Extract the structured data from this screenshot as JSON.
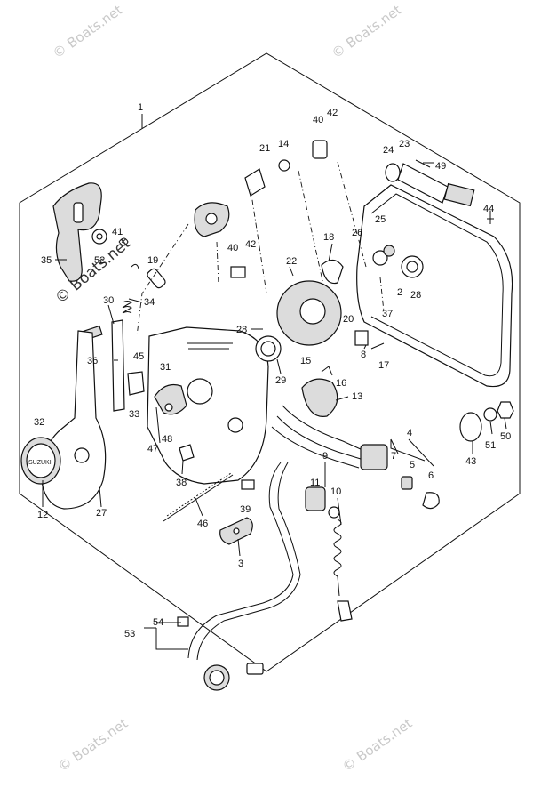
{
  "watermark": {
    "text": "© Boats.net"
  },
  "callouts": [
    {
      "id": "1",
      "label": "1"
    },
    {
      "id": "2",
      "label": "2"
    },
    {
      "id": "3",
      "label": "3"
    },
    {
      "id": "4",
      "label": "4"
    },
    {
      "id": "5",
      "label": "5"
    },
    {
      "id": "6",
      "label": "6"
    },
    {
      "id": "7",
      "label": "7"
    },
    {
      "id": "8",
      "label": "8"
    },
    {
      "id": "9",
      "label": "9"
    },
    {
      "id": "10",
      "label": "10"
    },
    {
      "id": "11",
      "label": "11"
    },
    {
      "id": "12",
      "label": "12"
    },
    {
      "id": "13",
      "label": "13"
    },
    {
      "id": "14",
      "label": "14"
    },
    {
      "id": "15",
      "label": "15"
    },
    {
      "id": "16",
      "label": "16"
    },
    {
      "id": "17",
      "label": "17"
    },
    {
      "id": "18",
      "label": "18"
    },
    {
      "id": "19",
      "label": "19"
    },
    {
      "id": "20",
      "label": "20"
    },
    {
      "id": "21",
      "label": "21"
    },
    {
      "id": "22",
      "label": "22"
    },
    {
      "id": "23",
      "label": "23"
    },
    {
      "id": "24",
      "label": "24"
    },
    {
      "id": "25",
      "label": "25"
    },
    {
      "id": "26",
      "label": "26"
    },
    {
      "id": "27",
      "label": "27"
    },
    {
      "id": "28a",
      "label": "28"
    },
    {
      "id": "28b",
      "label": "28"
    },
    {
      "id": "29",
      "label": "29"
    },
    {
      "id": "30",
      "label": "30"
    },
    {
      "id": "31",
      "label": "31"
    },
    {
      "id": "32",
      "label": "32"
    },
    {
      "id": "33",
      "label": "33"
    },
    {
      "id": "34",
      "label": "34"
    },
    {
      "id": "35",
      "label": "35"
    },
    {
      "id": "36",
      "label": "36"
    },
    {
      "id": "37",
      "label": "37"
    },
    {
      "id": "38",
      "label": "38"
    },
    {
      "id": "39",
      "label": "39"
    },
    {
      "id": "40a",
      "label": "40"
    },
    {
      "id": "40b",
      "label": "40"
    },
    {
      "id": "41",
      "label": "41"
    },
    {
      "id": "42a",
      "label": "42"
    },
    {
      "id": "42b",
      "label": "42"
    },
    {
      "id": "43",
      "label": "43"
    },
    {
      "id": "44",
      "label": "44"
    },
    {
      "id": "45",
      "label": "45"
    },
    {
      "id": "46",
      "label": "46"
    },
    {
      "id": "47",
      "label": "47"
    },
    {
      "id": "48",
      "label": "48"
    },
    {
      "id": "49",
      "label": "49"
    },
    {
      "id": "50",
      "label": "50"
    },
    {
      "id": "51",
      "label": "51"
    },
    {
      "id": "52",
      "label": "52"
    },
    {
      "id": "53",
      "label": "53"
    },
    {
      "id": "54",
      "label": "54"
    }
  ]
}
